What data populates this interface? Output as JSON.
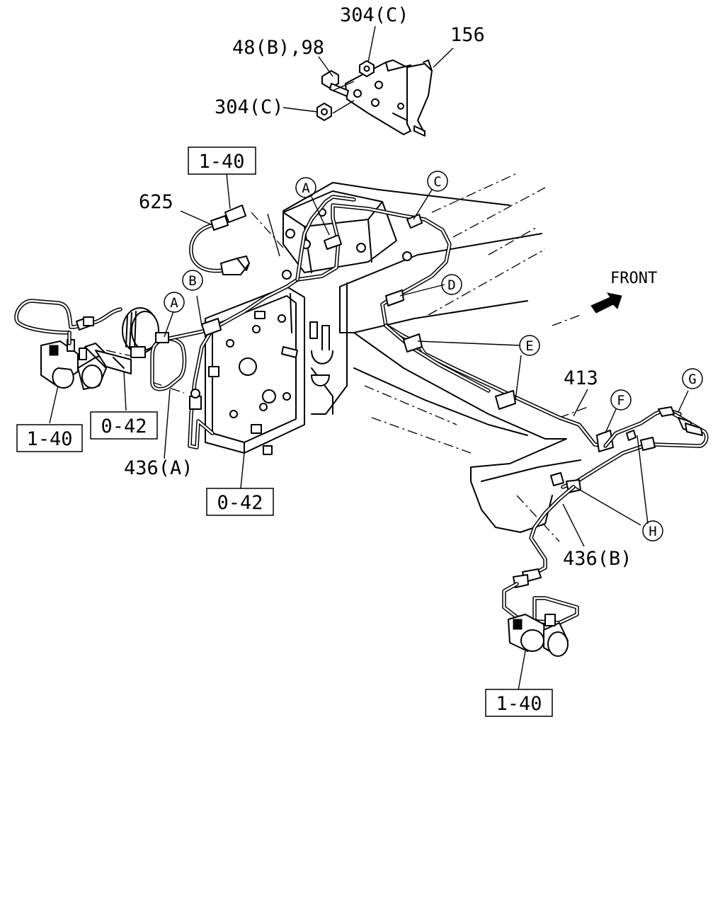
{
  "labels": {
    "nut_top": "304(C)",
    "bolt_washer": "48(B),98",
    "bracket": "156",
    "nut_left": "304(C)",
    "hose_625": "625",
    "pipe_413": "413",
    "pipe_436a": "436(A)",
    "pipe_436b": "436(B)",
    "front": "FRONT"
  },
  "ref_boxes": {
    "top_chamber": "1-40",
    "left_chamber": "1-40",
    "left_bracket": "0-42",
    "center_bracket": "0-42",
    "rear_chamber": "1-40"
  },
  "clip_markers": {
    "a_upper": "A",
    "a_left": "A",
    "b": "B",
    "c": "C",
    "d": "D",
    "e": "E",
    "f": "F",
    "g": "G",
    "h": "H"
  }
}
